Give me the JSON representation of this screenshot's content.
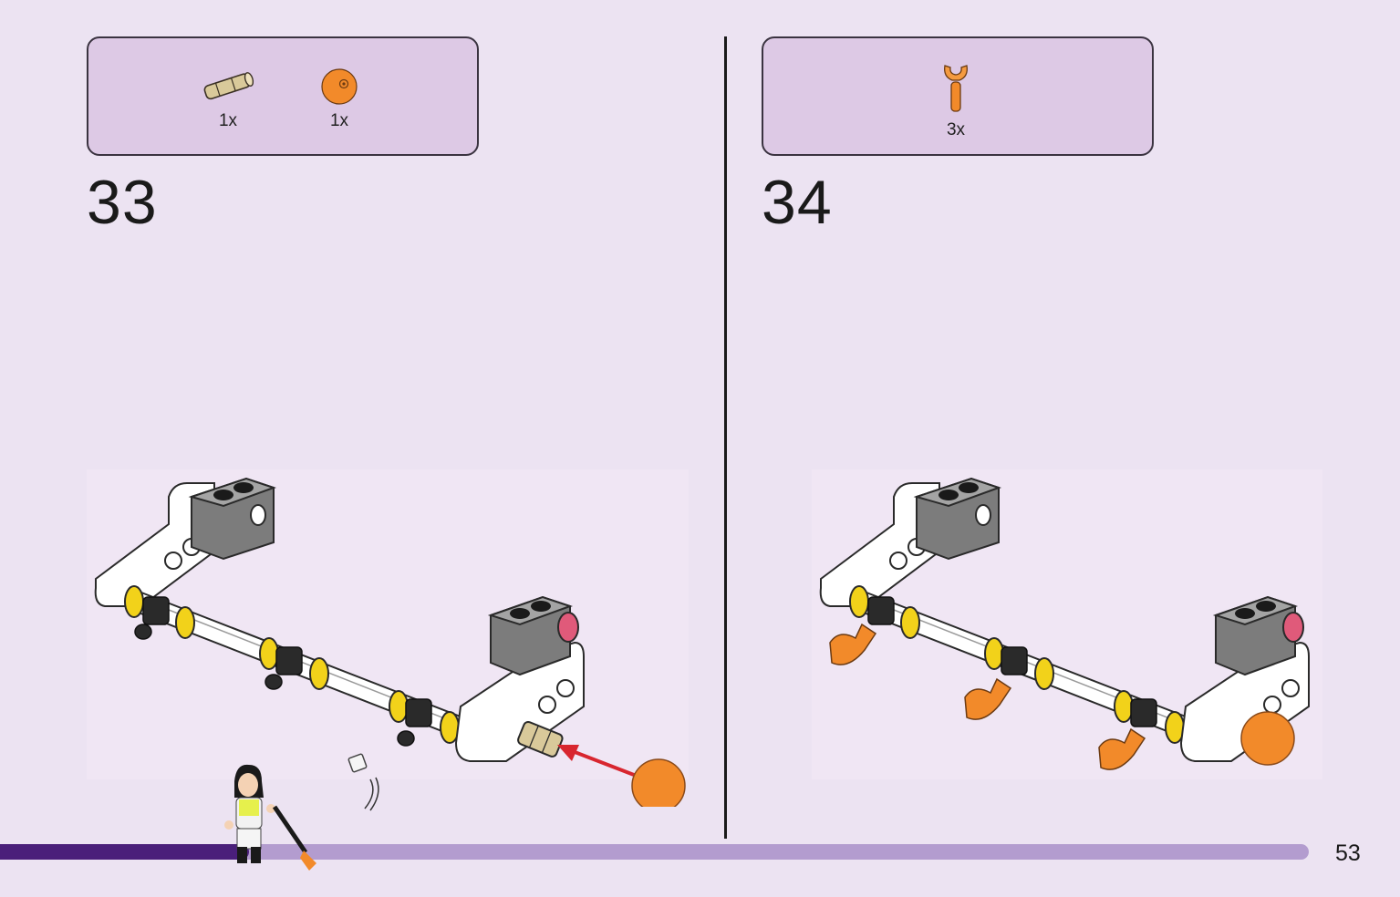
{
  "steps": [
    {
      "number": "33",
      "parts": [
        {
          "icon": "tan-axle-connector-icon",
          "qty": "1x"
        },
        {
          "icon": "orange-round-tile-icon",
          "qty": "1x"
        }
      ]
    },
    {
      "number": "34",
      "parts": [
        {
          "icon": "orange-clip-icon",
          "qty": "3x"
        }
      ]
    }
  ],
  "progress": {
    "fraction": 0.19
  },
  "page_number": "53",
  "colors": {
    "background": "#ece3f2",
    "parts_box": "#ddc9e5",
    "progress_fill": "#4a1f7a",
    "progress_track": "#b39ccf",
    "orange": "#f28a2a",
    "yellow": "#f2d21a",
    "arrow": "#d8262f"
  }
}
